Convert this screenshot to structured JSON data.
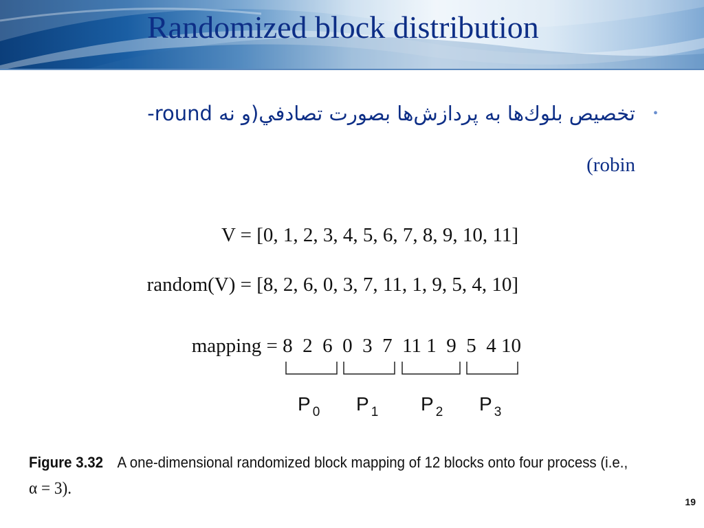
{
  "slide": {
    "title": "Randomized block distribution",
    "bullet_line1": "تخصيص بلوك‌ها به پردازش‌ها بصورت تصادفي(و نه round-",
    "bullet_line2": "robin)",
    "slide_number": "19"
  },
  "figure": {
    "v_line": "V = [0, 1, 2, 3, 4, 5, 6, 7, 8, 9, 10, 11]",
    "random_line": "random(V) = [8, 2, 6, 0, 3, 7, 11, 1, 9, 5, 4, 10]",
    "mapping_line": "mapping = 8  2  6  0  3  7  11 1  9  5  4 10",
    "processes": [
      {
        "label": "P",
        "index": "0"
      },
      {
        "label": "P",
        "index": "1"
      },
      {
        "label": "P",
        "index": "2"
      },
      {
        "label": "P",
        "index": "3"
      }
    ],
    "caption_label": "Figure 3.32",
    "caption_text": "A one-dimensional randomized block mapping of 12 blocks onto four process (i.e.,",
    "caption_math": "α = 3)."
  },
  "colors": {
    "title": "#0d2e86",
    "bullet": "#6a8fcf",
    "banner_dark": "#0b3e7a",
    "banner_light": "#eef5fb"
  }
}
